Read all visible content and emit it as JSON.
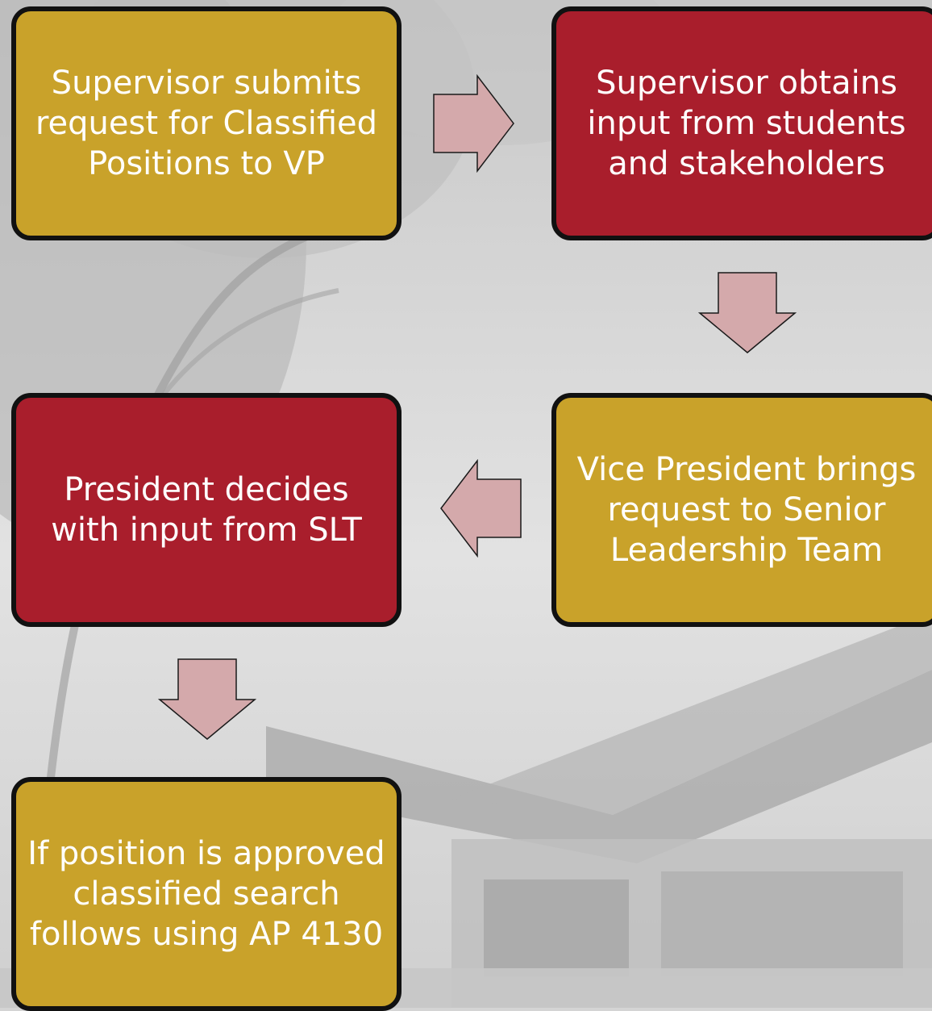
{
  "steps": [
    {
      "id": "step1",
      "text": "Supervisor submits request for Classified Positions to VP",
      "color": "#c9a22a"
    },
    {
      "id": "step2",
      "text": "Supervisor obtains input from students and stakeholders",
      "color": "#a91e2c"
    },
    {
      "id": "step3",
      "text": "Vice President brings request to Senior Leadership Team",
      "color": "#c9a22a"
    },
    {
      "id": "step4",
      "text": "President decides with input from SLT",
      "color": "#a91e2c"
    },
    {
      "id": "step5",
      "text": "If position is approved classified search follows using AP 4130",
      "color": "#c9a22a"
    }
  ],
  "arrow_color": "#d4a9ab"
}
